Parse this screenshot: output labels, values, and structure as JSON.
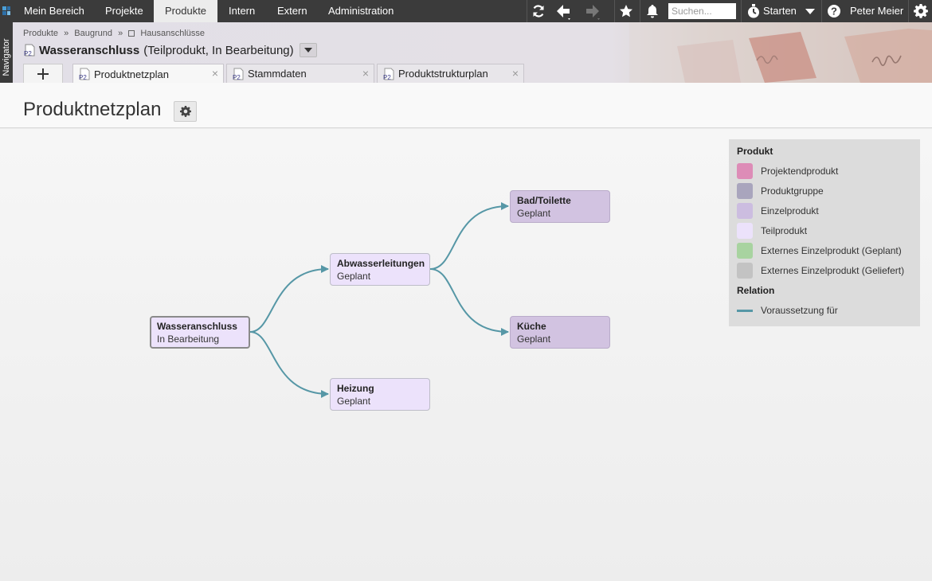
{
  "topnav": {
    "items": [
      "Mein Bereich",
      "Projekte",
      "Produkte",
      "Intern",
      "Extern",
      "Administration"
    ],
    "search_placeholder": "Suchen...",
    "start_label": "Starten",
    "user_name": "Peter Meier"
  },
  "navigator_label": "Navigator",
  "breadcrumb": [
    "Produkte",
    "»",
    "Baugrund",
    "»",
    "Hausanschlüsse"
  ],
  "object": {
    "icon_code": "P2",
    "name": "Wasseranschluss",
    "meta": "(Teilprodukt, In Bearbeitung)"
  },
  "tabs": [
    {
      "label": "Produktnetzplan",
      "close": "×"
    },
    {
      "label": "Stammdaten",
      "close": "×"
    },
    {
      "label": "Produktstrukturplan",
      "close": "×"
    }
  ],
  "page_title": "Produktnetzplan",
  "nodes": [
    {
      "title": "Wasseranschluss",
      "status": "In Bearbeitung",
      "kind": "Teilprodukt"
    },
    {
      "title": "Abwasserleitungen",
      "status": "Geplant",
      "kind": "Teilprodukt"
    },
    {
      "title": "Heizung",
      "status": "Geplant",
      "kind": "Teilprodukt"
    },
    {
      "title": "Bad/Toilette",
      "status": "Geplant",
      "kind": "Einzelprodukt"
    },
    {
      "title": "Küche",
      "status": "Geplant",
      "kind": "Einzelprodukt"
    }
  ],
  "relations": [
    {
      "from": "Wasseranschluss",
      "to": "Abwasserleitungen"
    },
    {
      "from": "Wasseranschluss",
      "to": "Heizung"
    },
    {
      "from": "Abwasserleitungen",
      "to": "Bad/Toilette"
    },
    {
      "from": "Abwasserleitungen",
      "to": "Küche"
    }
  ],
  "legend": {
    "product_heading": "Produkt",
    "products": [
      {
        "label": "Projektendprodukt",
        "color": "#dd8cb7"
      },
      {
        "label": "Produktgruppe",
        "color": "#a9a5bd"
      },
      {
        "label": "Einzelprodukt",
        "color": "#ccbde0"
      },
      {
        "label": "Teilprodukt",
        "color": "#ece2fb"
      },
      {
        "label": "Externes Einzelprodukt (Geplant)",
        "color": "#a8d3a0"
      },
      {
        "label": "Externes Einzelprodukt (Geliefert)",
        "color": "#c3c3c3"
      }
    ],
    "relation_heading": "Relation",
    "relation": {
      "label": "Voraussetzung für",
      "color": "#5697a6"
    }
  }
}
